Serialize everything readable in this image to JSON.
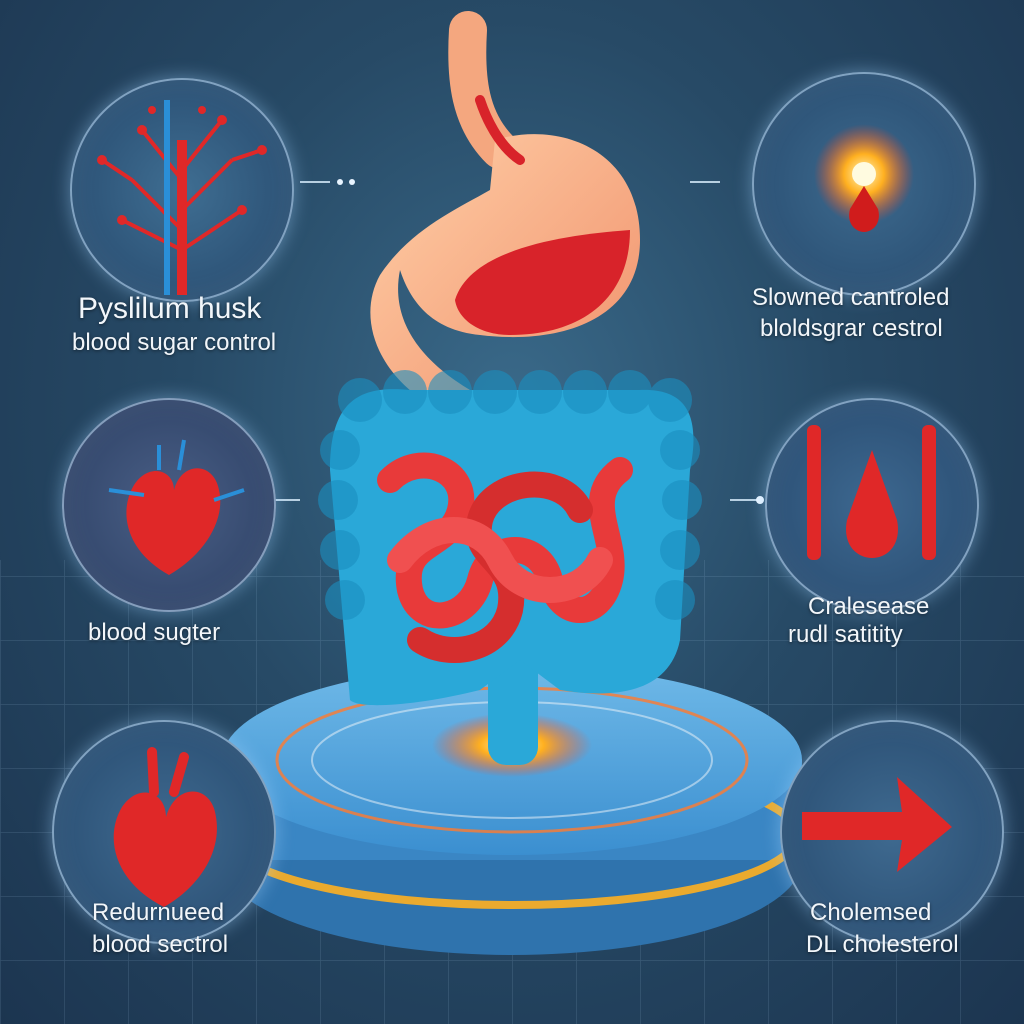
{
  "colors": {
    "background": "#274a66",
    "stomach": "#f4a77f",
    "stomach_inner": "#d8232a",
    "colon": "#2aa8d8",
    "small_intestine": "#e83a3a",
    "platform": "#3b8fd0",
    "glow": "#ffb020",
    "heart": "#e02828"
  },
  "icons": {
    "top_left": "blood-vessel-icon",
    "top_right": "glowing-blood-drop-icon",
    "mid_left": "heart-icon",
    "mid_right": "blood-drop-icon",
    "bottom_left": "heart-icon",
    "bottom_right": "red-arrow-icon"
  },
  "labels": {
    "top_left": {
      "line1": "Pyslilum husk",
      "line2": "blood sugar control"
    },
    "top_right": {
      "line1": "Slowned cantroled",
      "line2": "bloldsgrar cestrol"
    },
    "mid_left": {
      "line1": "blood sugter"
    },
    "mid_right": {
      "line1": "Cralesease",
      "line2": "rudl satitity"
    },
    "bottom_left": {
      "line1": "Redurnueed",
      "line2": "blood  sectrol"
    },
    "bottom_right": {
      "line1": "Cholemsed",
      "line2": "DL cholesterol"
    }
  }
}
